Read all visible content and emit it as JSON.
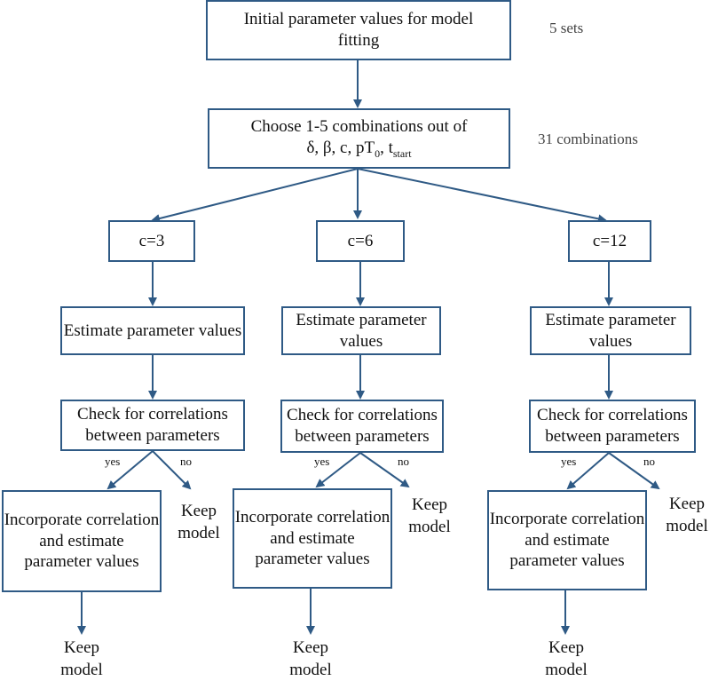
{
  "nodes": {
    "initial": "Initial parameter values for model fitting",
    "choose_line1": "Choose 1-5 combinations out of",
    "choose_line2_prefix": "δ, β, c, pT",
    "choose_sub_0": "0",
    "choose_sep": ", t",
    "choose_sub_start": "start",
    "branches": [
      {
        "c_label": "c=3",
        "estimate": "Estimate parameter values",
        "check": "Check for correlations between parameters",
        "yes": "yes",
        "no": "no",
        "incorporate": "Incorporate correlation and estimate parameter values",
        "keep_no": "Keep model",
        "keep_final": "Keep model"
      },
      {
        "c_label": "c=6",
        "estimate": "Estimate parameter values",
        "check": "Check for correlations between parameters",
        "yes": "yes",
        "no": "no",
        "incorporate": "Incorporate correlation and estimate parameter values",
        "keep_no": "Keep model",
        "keep_final": "Keep model"
      },
      {
        "c_label": "c=12",
        "estimate": "Estimate parameter values",
        "check": "Check for correlations between parameters",
        "yes": "yes",
        "no": "no",
        "incorporate": "Incorporate correlation and estimate parameter values",
        "keep_no": "Keep model",
        "keep_final": "Keep model"
      }
    ]
  },
  "notes": {
    "sets": "5 sets",
    "combinations": "31 combinations"
  },
  "colors": {
    "box_border": "#2f5a85",
    "arrow": "#2f5a85"
  }
}
